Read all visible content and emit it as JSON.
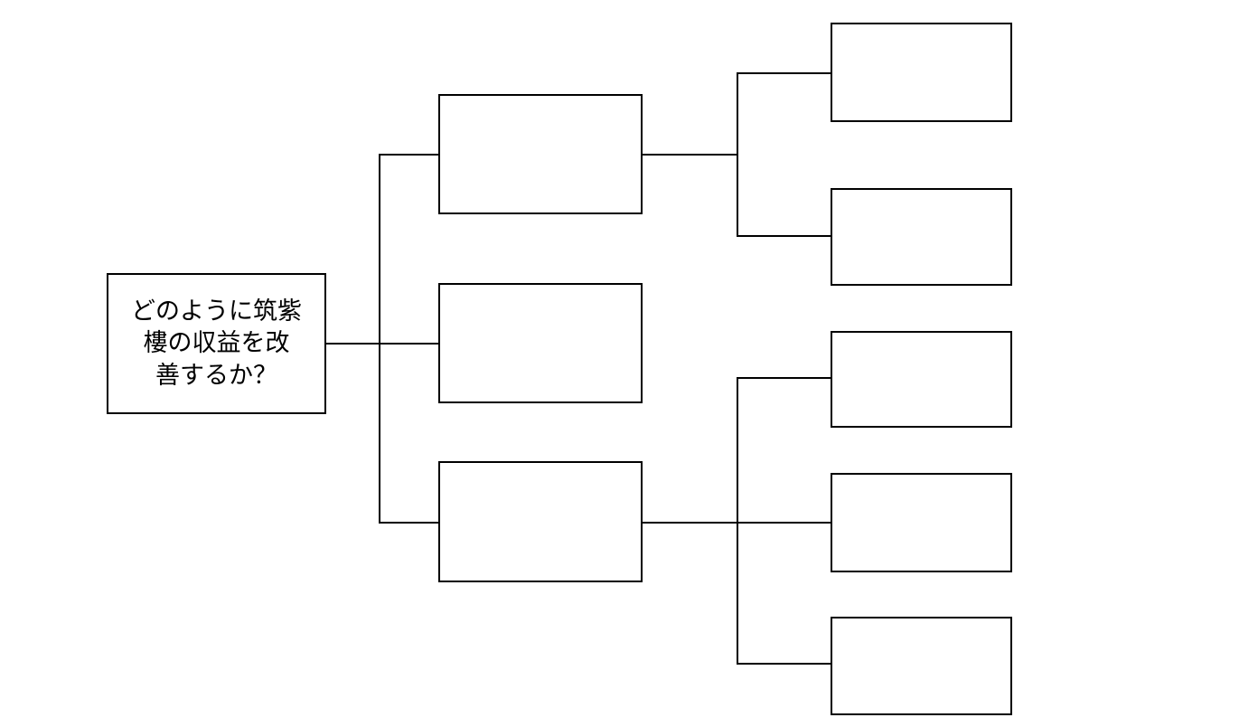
{
  "diagram": {
    "type": "logic-tree",
    "title": "",
    "background_color": "#ffffff",
    "line_color": "#000000",
    "box_border_color": "#000000",
    "box_fill_color": "#ffffff",
    "text_color": "#000000",
    "root": {
      "label": "どのように筑紫樓の収益を改善するか？",
      "label_lines": "どのように筑紫\n樓の収益を改\n善するか？"
    },
    "branches": [
      {
        "label": ""
      },
      {
        "label": ""
      },
      {
        "label": ""
      }
    ],
    "leaves": [
      {
        "label": "",
        "parent": 0
      },
      {
        "label": "",
        "parent": 0
      },
      {
        "label": "",
        "parent": 2
      },
      {
        "label": "",
        "parent": 2
      },
      {
        "label": "",
        "parent": 2
      }
    ]
  }
}
